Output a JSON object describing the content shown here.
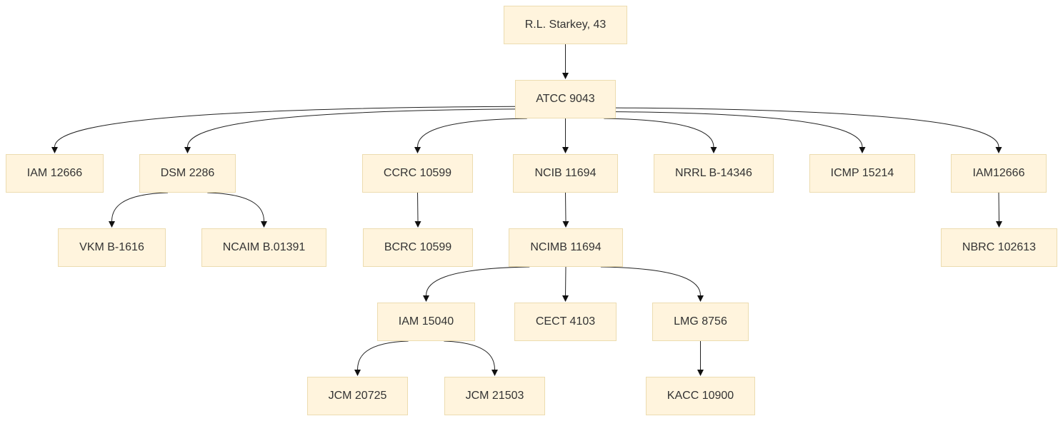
{
  "nodes": {
    "starkey": "R.L. Starkey, 43",
    "atcc": "ATCC 9043",
    "iam12666": "IAM 12666",
    "dsm": "DSM 2286",
    "ccrc": "CCRC 10599",
    "ncib": "NCIB 11694",
    "nrrl": "NRRL B-14346",
    "icmp": "ICMP 15214",
    "iam12666b": "IAM12666",
    "vkm": "VKM B-1616",
    "ncaim": "NCAIM B.01391",
    "bcrc": "BCRC 10599",
    "ncimb": "NCIMB 11694",
    "nbrc": "NBRC 102613",
    "iam15040": "IAM 15040",
    "cect": "CECT 4103",
    "lmg": "LMG 8756",
    "jcm20725": "JCM 20725",
    "jcm21503": "JCM 21503",
    "kacc": "KACC 10900"
  },
  "edges": [
    [
      "starkey",
      "atcc"
    ],
    [
      "atcc",
      "iam12666"
    ],
    [
      "atcc",
      "dsm"
    ],
    [
      "atcc",
      "ccrc"
    ],
    [
      "atcc",
      "ncib"
    ],
    [
      "atcc",
      "nrrl"
    ],
    [
      "atcc",
      "icmp"
    ],
    [
      "atcc",
      "iam12666b"
    ],
    [
      "dsm",
      "vkm"
    ],
    [
      "dsm",
      "ncaim"
    ],
    [
      "ccrc",
      "bcrc"
    ],
    [
      "ncib",
      "ncimb"
    ],
    [
      "iam12666b",
      "nbrc"
    ],
    [
      "ncimb",
      "iam15040"
    ],
    [
      "ncimb",
      "cect"
    ],
    [
      "ncimb",
      "lmg"
    ],
    [
      "iam15040",
      "jcm20725"
    ],
    [
      "iam15040",
      "jcm21503"
    ],
    [
      "lmg",
      "kacc"
    ]
  ]
}
